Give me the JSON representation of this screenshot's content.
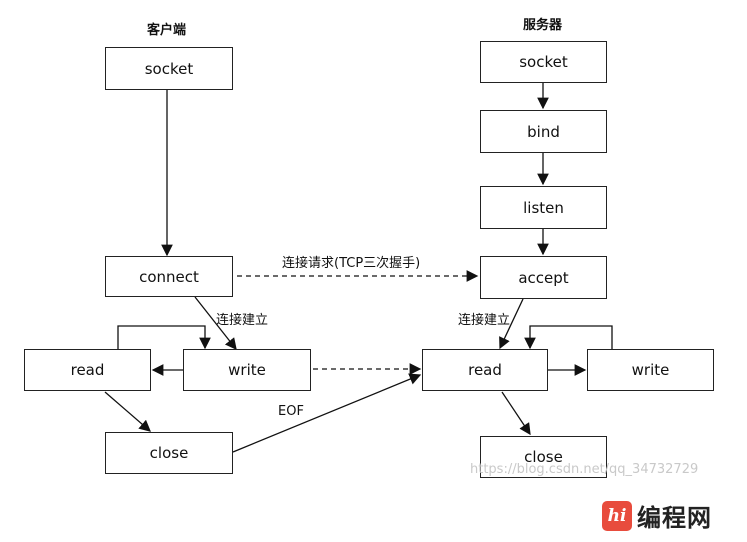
{
  "client": {
    "title": "客户端",
    "socket": "socket",
    "connect": "connect",
    "read": "read",
    "write": "write",
    "close": "close"
  },
  "server": {
    "title": "服务器",
    "socket": "socket",
    "bind": "bind",
    "listen": "listen",
    "accept": "accept",
    "read": "read",
    "write": "write",
    "close": "close"
  },
  "labels": {
    "connect_request": "连接请求(TCP三次握手)",
    "client_established": "连接建立",
    "server_established": "连接建立",
    "eof": "EOF"
  },
  "watermark": "https://blog.csdn.net/qq_34732729",
  "logo": {
    "mark": "hi",
    "text": "编程网",
    "accent": "#e84c3d"
  }
}
